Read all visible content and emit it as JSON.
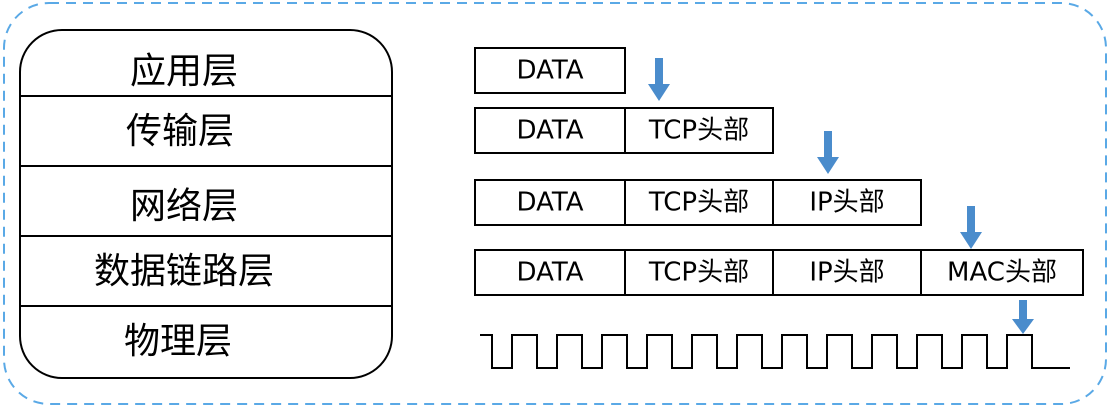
{
  "layers": [
    {
      "label": "应用层"
    },
    {
      "label": "传输层"
    },
    {
      "label": "网络层"
    },
    {
      "label": "数据链路层"
    },
    {
      "label": "物理层"
    }
  ],
  "encapsulation": {
    "rows": [
      [
        "DATA"
      ],
      [
        "DATA",
        "TCP头部"
      ],
      [
        "DATA",
        "TCP头部",
        "IP头部"
      ],
      [
        "DATA",
        "TCP头部",
        "IP头部",
        "MAC头部"
      ]
    ]
  },
  "colors": {
    "frame_border": "#5aa9e6",
    "arrow": "#4a8ccc",
    "stroke": "#000000"
  }
}
